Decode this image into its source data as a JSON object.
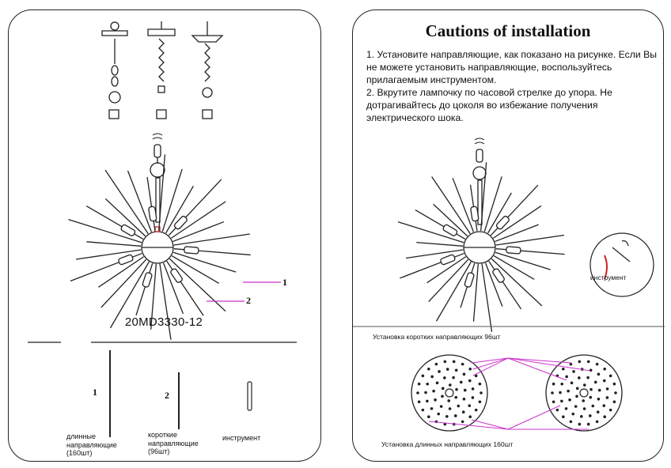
{
  "left": {
    "model_code": "20MD3330-12",
    "callout_1": "1",
    "callout_2": "2",
    "parts": [
      {
        "num": "1",
        "label": "длинные\nнаправляющие\n(160шт)"
      },
      {
        "num": "2",
        "label": "короткие\nнаправляющие\n(96шт)"
      },
      {
        "num": "",
        "label": "инструмент"
      }
    ]
  },
  "right": {
    "title": "Cautions of installation",
    "instructions": [
      "1. Установите направляющие, как показано на рисунке. Если Вы не можете установить направляющие, воспользуйтесь прилагаемым инструментом.",
      "2. Вкрутите лампочку по часовой стрелке до упора. Не дотрагивайтесь до цоколя во избежание получения электрического шока."
    ],
    "tool_label": "инструмент",
    "short_rods_label": "Установка коротких направляющих 96шт",
    "long_rods_label": "Установка длинных направляющих 160шт"
  },
  "colors": {
    "outline": "#222222",
    "callout_line": "#cc33cc",
    "accent_red": "#cc2222"
  },
  "icons": [
    "mount-chain-icon",
    "chandelier-icon",
    "rod-icon",
    "tool-icon",
    "crystal-ring-icon"
  ]
}
